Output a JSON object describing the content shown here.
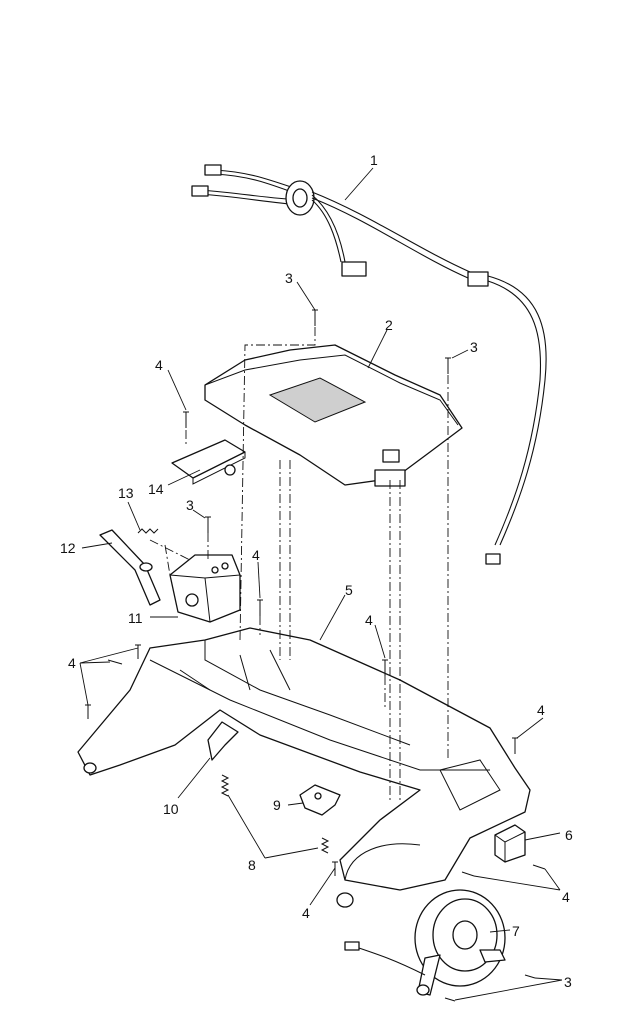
{
  "callouts": [
    {
      "id": "c1",
      "label": "1"
    },
    {
      "id": "c2",
      "label": "2"
    },
    {
      "id": "c3a",
      "label": "3"
    },
    {
      "id": "c3b",
      "label": "3"
    },
    {
      "id": "c3c",
      "label": "3"
    },
    {
      "id": "c3d",
      "label": "3"
    },
    {
      "id": "c4a",
      "label": "4"
    },
    {
      "id": "c4b",
      "label": "4"
    },
    {
      "id": "c4c",
      "label": "4"
    },
    {
      "id": "c4d",
      "label": "4"
    },
    {
      "id": "c4e",
      "label": "4"
    },
    {
      "id": "c4f",
      "label": "4"
    },
    {
      "id": "c4g",
      "label": "4"
    },
    {
      "id": "c5",
      "label": "5"
    },
    {
      "id": "c6",
      "label": "6"
    },
    {
      "id": "c7",
      "label": "7"
    },
    {
      "id": "c8",
      "label": "8"
    },
    {
      "id": "c9",
      "label": "9"
    },
    {
      "id": "c10",
      "label": "10"
    },
    {
      "id": "c11",
      "label": "11"
    },
    {
      "id": "c12",
      "label": "12"
    },
    {
      "id": "c13",
      "label": "13"
    },
    {
      "id": "c14",
      "label": "14"
    }
  ]
}
